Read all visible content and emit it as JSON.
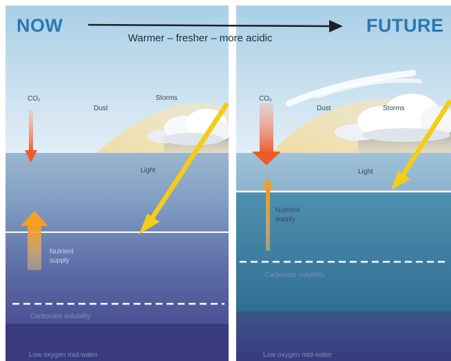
{
  "header": {
    "now_title": "NOW",
    "future_title": "FUTURE",
    "trend_text": "Warmer – fresher – more acidic"
  },
  "now_panel": {
    "co2": "CO₂",
    "dust": "Dust",
    "storms": "Storms",
    "light": "Light",
    "nutrient_line1": "Nutrient",
    "nutrient_line2": "supply",
    "carbonate": "Carbonate solubility",
    "low_oxygen": "Low oxygen mid-water"
  },
  "future_panel": {
    "co2": "CO₂",
    "dust": "Dust",
    "storms": "Storms",
    "light": "Light",
    "nutrient_line1": "Nutrient",
    "nutrient_line2": "supply",
    "carbonate": "Carbonate solubility",
    "low_oxygen": "Low oxygen mid-water"
  },
  "colors": {
    "sky_top": "#a9cfe6",
    "sky_bottom": "#e2eef6",
    "title_blue": "#2a78b0",
    "co2_arrow": "#f26a2a",
    "light_arrow": "#f7d21a",
    "nutrient_arrow": "#f5a023",
    "deep_water": "#3f3f86"
  }
}
